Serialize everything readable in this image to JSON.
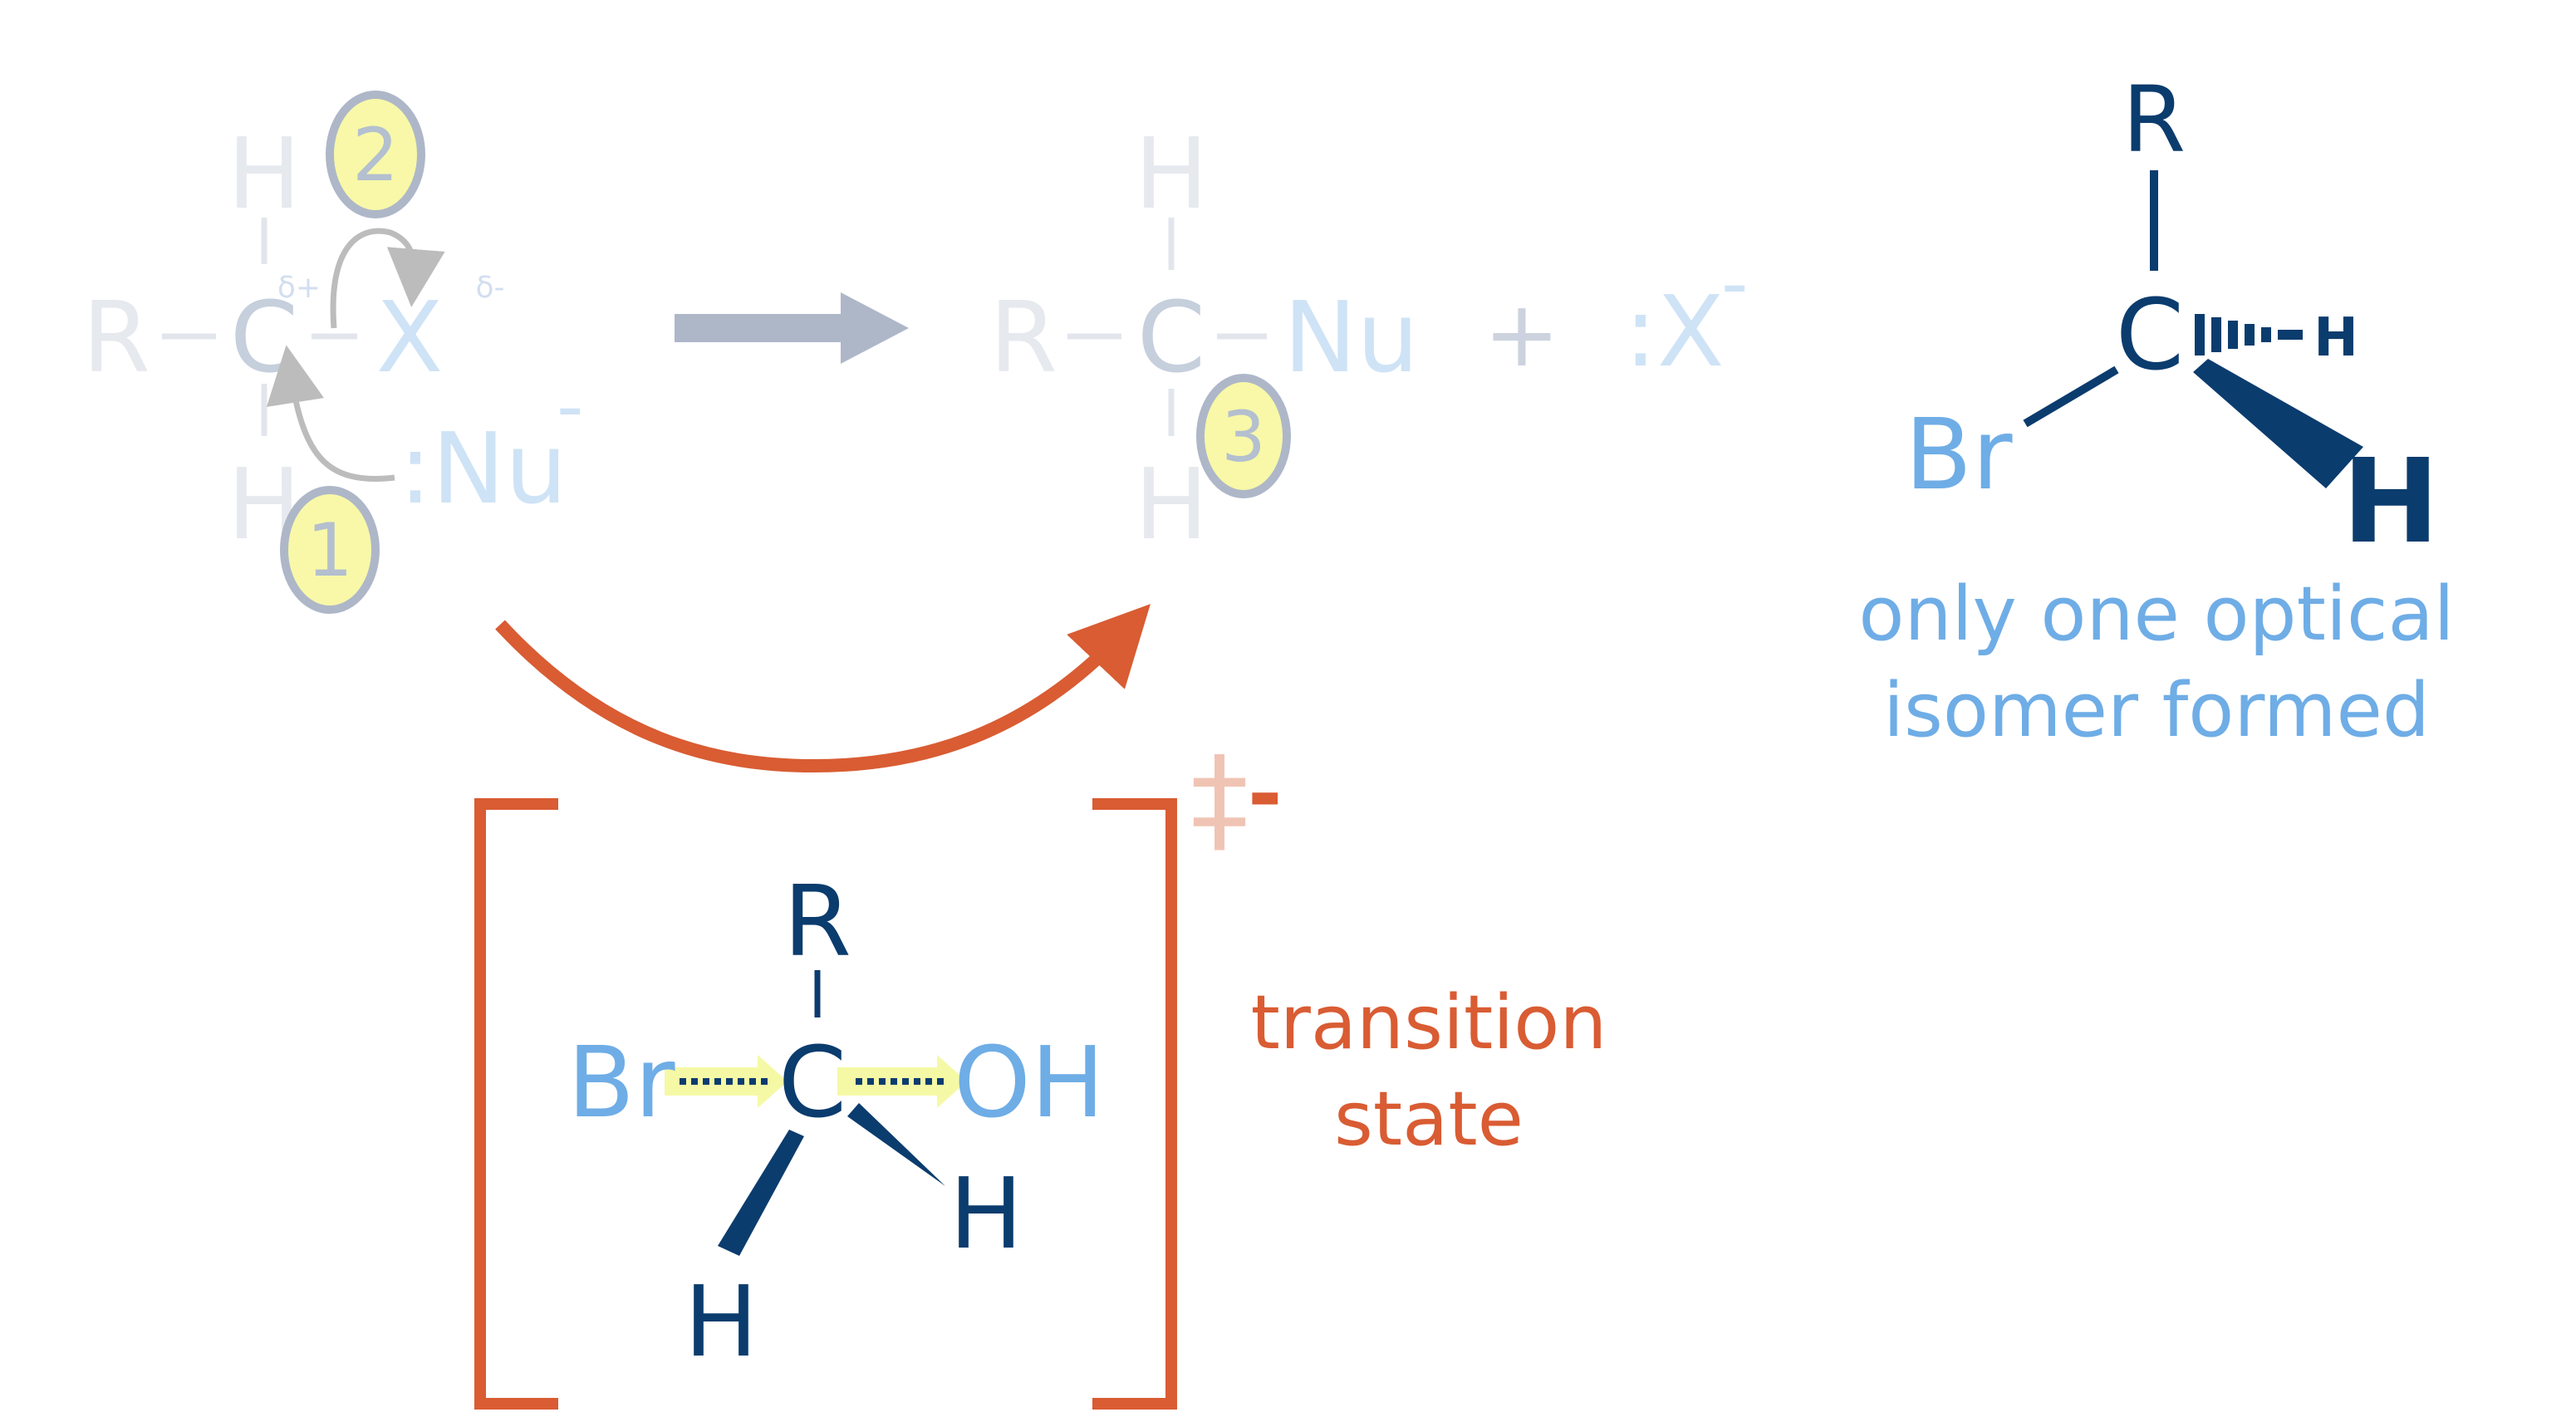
{
  "colors": {
    "faded_text": "#ccd3de",
    "faded_blue_text": "#cfe3f6",
    "faded_bond": "#e2e6ec",
    "faded_arrow": "#bcbcbc",
    "reaction_arrow": "#aeb7c8",
    "highlight_fill": "#f8f8a8",
    "highlight_stroke": "#aeb7c8",
    "dark_blue": "#0b3c6e",
    "light_blue": "#6fade6",
    "orange": "#d95c33",
    "dagger": "#f0c4b4",
    "dot_arrow_fill": "#f5f9a6"
  },
  "reactant": {
    "r": "R",
    "dash1": "—",
    "c": "C",
    "dash2": "—",
    "x": "X",
    "h_top": "H",
    "h_bottom": "H",
    "delta_plus": "δ+",
    "delta_minus": "δ-",
    "nucleophile": ":Nu",
    "nu_charge": "-",
    "step1": "1",
    "step2": "2"
  },
  "product": {
    "r": "R",
    "dash1": "—",
    "c": "C",
    "dash2": "—",
    "nu": "Nu",
    "h_top": "H",
    "h_bottom": "H",
    "plus": "+",
    "leaving_group": ":X",
    "lg_charge": "-",
    "step3": "3"
  },
  "transition_state": {
    "r": "R",
    "c": "C",
    "br": "Br",
    "oh": "OH",
    "h_right": "H",
    "h_bottom": "H",
    "dagger": "‡",
    "charge": "-",
    "label_line1": "transition",
    "label_line2": "state"
  },
  "product_3d": {
    "r": "R",
    "c": "C",
    "br": "Br",
    "h_small": "H",
    "h_large": "H",
    "caption_line1": "only one optical",
    "caption_line2": "isomer formed"
  }
}
